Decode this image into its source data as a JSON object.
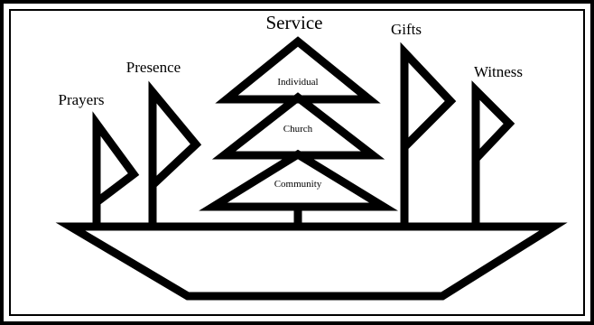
{
  "labels": {
    "service": "Service",
    "gifts": "Gifts",
    "presence": "Presence",
    "witness": "Witness",
    "prayers": "Prayers"
  },
  "tiers": {
    "individual": "Individual",
    "church": "Church",
    "community": "Community"
  }
}
